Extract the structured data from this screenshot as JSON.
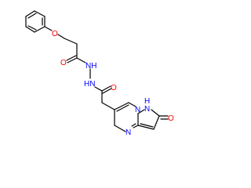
{
  "molecule": {
    "atom_labels": {
      "ether_o": "O",
      "amide_o1": "O",
      "nh1": "NH",
      "nh2": "HN",
      "amide_o2": "O",
      "ring_nh_h": "H",
      "ring_nh_n": "N",
      "ring_n": "N",
      "ring_n_bottom": "N",
      "oxo_o": "O"
    },
    "colors": {
      "bond": "#000000",
      "oxygen": "#ff0000",
      "nitrogen": "#0000ff"
    }
  }
}
